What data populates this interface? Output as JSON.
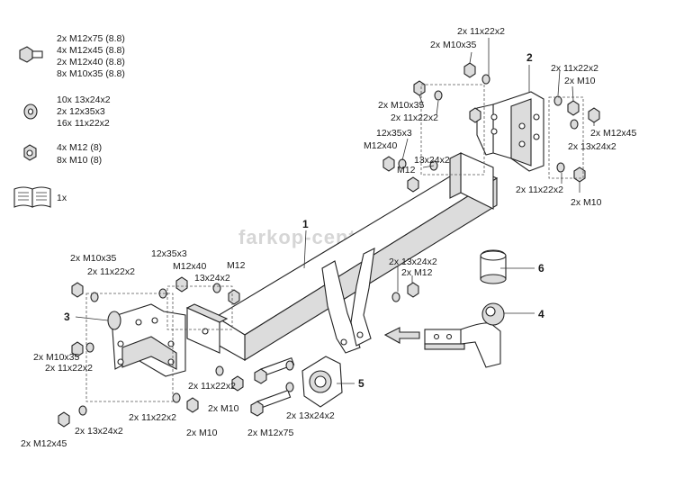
{
  "watermark": "farkop-center.ru",
  "legend": {
    "bolts": [
      "2x   M12x75 (8.8)",
      "4x   M12x45 (8.8)",
      "2x   M12x40 (8.8)",
      "8x   M10x35 (8.8)"
    ],
    "washers": [
      "10x 13x24x2",
      "2x    12x35x3",
      "16x 11x22x2"
    ],
    "nuts": [
      "4x   M12 (8)",
      "8x   M10 (8)"
    ],
    "manual": "1x"
  },
  "part_numbers": {
    "p1": "1",
    "p2": "2",
    "p3": "3",
    "p4": "4",
    "p5": "5",
    "p6": "6"
  },
  "callouts": {
    "rt_11x22_top": "2x 11x22x2",
    "rt_m10x35_top": "2x M10x35",
    "rt_11x22_r": "2x 11x22x2",
    "rt_m10_r": "2x M10",
    "rt_m10x35_l": "2x M10x35",
    "rt_11x22_l": "2x 11x22x2",
    "rt_m12x45": "2x M12x45",
    "rt_13x24": "2x 13x24x2",
    "mid_12x35": "12x35x3",
    "mid_m12x40": "M12x40",
    "mid_13x24": "13x24x2",
    "mid_m12": "M12",
    "rb_11x22": "2x 11x22x2",
    "rb_m10": "2x M10",
    "lt_m10x35": "2x M10x35",
    "lt_11x22": "2x 11x22x2",
    "lt_12x35": "12x35x3",
    "lt_m12x40": "M12x40",
    "lt_13x24": "13x24x2",
    "lt_m12": "M12",
    "c_13x24": "2x 13x24x2",
    "c_m12": "2x M12",
    "ll_m10x35": "2x M10x35",
    "ll_11x22": "2x 11x22x2",
    "lb_11x22": "2x 11x22x2",
    "lb_m10": "2x M10",
    "llb_11x22": "2x 11x22x2",
    "llb_m10": "2x M10",
    "llb_13x24": "2x 13x24x2",
    "llb_m12x45": "2x M12x45",
    "cb_13x24": "2x 13x24x2",
    "cb_m12x75": "2x M12x75"
  }
}
